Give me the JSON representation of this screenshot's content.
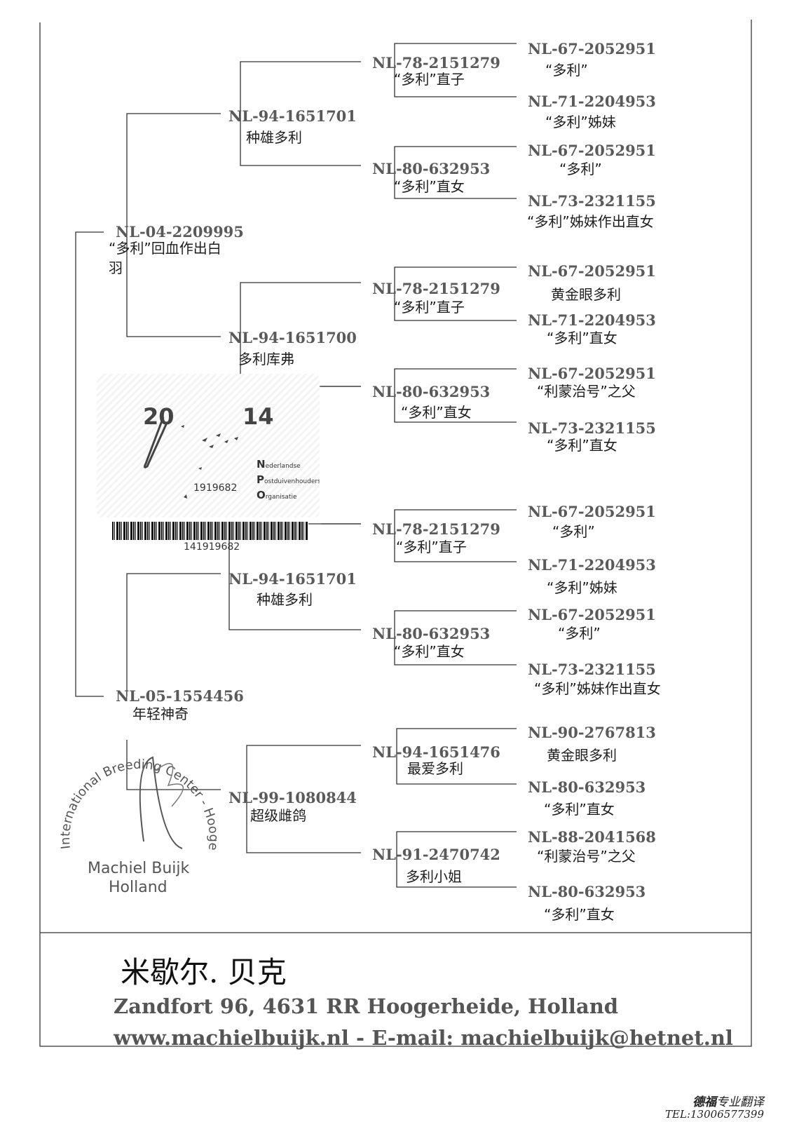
{
  "root": {
    "sire": {
      "ring": "NL-04-2209995",
      "name": "“多利”回血作出白羽"
    },
    "dam": {
      "ring": "NL-05-1554456",
      "name": "年轻神奇"
    }
  },
  "gen2": [
    {
      "ring": "NL-94-1651701",
      "name": "种雄多利"
    },
    {
      "ring": "NL-94-1651700",
      "name": "多利库弗"
    },
    {
      "ring": "NL-94-1651701",
      "name": "种雄多利"
    },
    {
      "ring": "NL-99-1080844",
      "name": "超级雌鸽"
    }
  ],
  "gen3": [
    {
      "ring": "NL-78-2151279",
      "name": "“多利”直子"
    },
    {
      "ring": "NL-80-632953",
      "name": "“多利”直女"
    },
    {
      "ring": "NL-78-2151279",
      "name": "“多利”直子"
    },
    {
      "ring": "NL-80-632953",
      "name": "“多利”直女"
    },
    {
      "ring": "NL-78-2151279",
      "name": "“多利”直子"
    },
    {
      "ring": "NL-80-632953",
      "name": "“多利”直女"
    },
    {
      "ring": "NL-94-1651476",
      "name": "最爱多利"
    },
    {
      "ring": "NL-91-2470742",
      "name": "多利小姐"
    }
  ],
  "gen4": [
    {
      "ring": "NL-67-2052951",
      "name": "“多利”"
    },
    {
      "ring": "NL-71-2204953",
      "name": "“多利”姊妹"
    },
    {
      "ring": "NL-67-2052951",
      "name": "“多利”"
    },
    {
      "ring": "NL-73-2321155",
      "name": "“多利”姊妹作出直女"
    },
    {
      "ring": "NL-67-2052951",
      "name": "黄金眼多利"
    },
    {
      "ring": "NL-71-2204953",
      "name": "“多利”直女"
    },
    {
      "ring": "NL-67-2052951",
      "name": "“利蒙治号”之父"
    },
    {
      "ring": "NL-73-2321155",
      "name": "“多利”直女"
    },
    {
      "ring": "NL-67-2052951",
      "name": "“多利”"
    },
    {
      "ring": "NL-71-2204953",
      "name": "“多利”姊妹"
    },
    {
      "ring": "NL-67-2052951",
      "name": "“多利”"
    },
    {
      "ring": "NL-73-2321155",
      "name": "“多利”姊妹作出直女"
    },
    {
      "ring": "NL-90-2767813",
      "name": "黄金眼多利"
    },
    {
      "ring": "NL-80-632953",
      "name": "“多利”直女"
    },
    {
      "ring": "NL-88-2041568",
      "name": "“利蒙治号”之父"
    },
    {
      "ring": "NL-80-632953",
      "name": "“多利”直女"
    }
  ],
  "stamp": {
    "year_left": "20",
    "year_right": "14",
    "serial": "1919682",
    "org_lines": [
      "ederlandse",
      "ostduivenhouders",
      "rganisatie"
    ],
    "org_initials": [
      "N",
      "P",
      "O"
    ],
    "barcode_number": "141919682"
  },
  "seal": {
    "arc_text": "International Breeding Center - Hoogerheide - Holland",
    "name": "Machiel Buijk",
    "country": "Holland"
  },
  "breeder": {
    "name": "米歇尔. 贝克",
    "address": "Zandfort 96, 4631 RR Hoogerheide, Holland",
    "website": "www.machielbuijk.nl",
    "separator": "-",
    "email_label": "E-mail:",
    "email": "machielbuijk@hetnet.nl"
  },
  "footer": {
    "brand": "德福",
    "service": "专业翻译",
    "tel": "TEL:13006577399"
  }
}
